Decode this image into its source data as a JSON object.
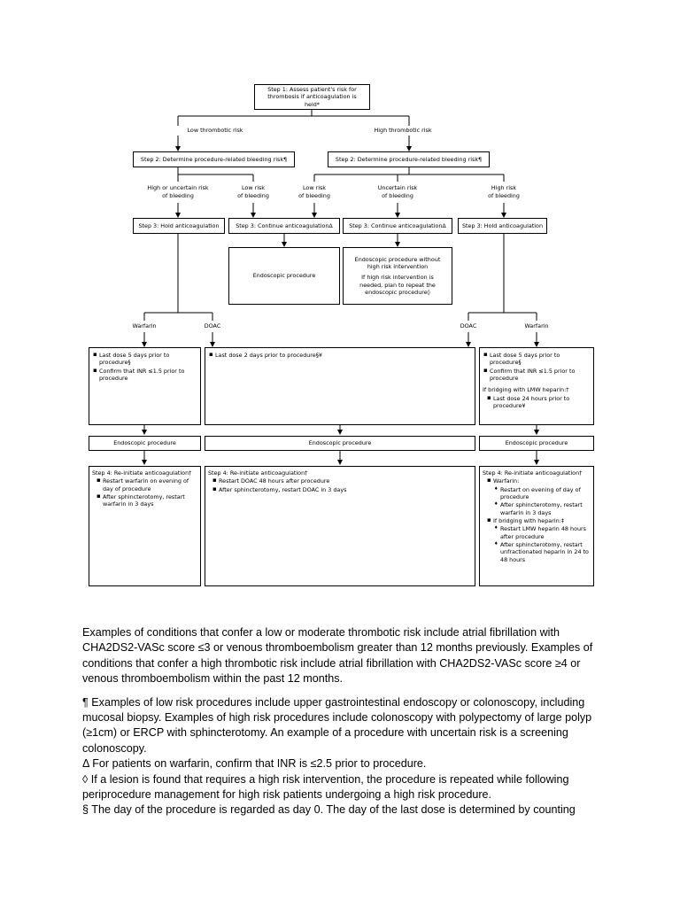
{
  "flowchart": {
    "step1": "Step 1: Assess patient's risk for thrombosis if anticoagulation is held*",
    "low_thrombotic": "Low thrombotic risk",
    "high_thrombotic": "High thrombotic risk",
    "step2_left": "Step 2: Determine procedure-related bleeding risk¶",
    "step2_right": "Step 2: Determine procedure-related bleeding risk¶",
    "bleed_high_uncertain": "High or uncertain risk\nof bleeding",
    "bleed_low_a": "Low risk\nof bleeding",
    "bleed_low_b": "Low risk\nof bleeding",
    "bleed_uncertain": "Uncertain risk\nof bleeding",
    "bleed_high": "High risk\nof bleeding",
    "step3_hold_left": "Step 3: Hold anticoagulation",
    "step3_continue_a": "Step 3: Continue anticoagulationΔ",
    "step3_continue_b": "Step 3: Continue anticoagulationΔ",
    "step3_hold_right": "Step 3: Hold anticoagulation",
    "endo_simple": "Endoscopic procedure",
    "endo_nohigh_1": "Endoscopic procedure without\nhigh risk intervention",
    "endo_nohigh_2": "If high risk intervention is\nneeded, plan to repeat the\nendoscopic procedure◊",
    "warfarin_left": "Warfarin",
    "doac_left": "DOAC",
    "doac_right": "DOAC",
    "warfarin_right": "Warfarin",
    "pre_left": [
      "Last dose 5 days prior to procedure§",
      "Confirm that INR ≤1.5 prior to procedure"
    ],
    "pre_mid": "Last dose 2 days prior to procedure§¥",
    "pre_right_items": [
      "Last dose 5 days prior to procedure§",
      "Confirm that INR ≤1.5 prior to procedure"
    ],
    "pre_right_bridge": "If bridging with LMW heparin:†",
    "pre_right_bridge_item": "Last dose 24 hours prior to procedure¥",
    "endo_left": "Endoscopic procedure",
    "endo_mid": "Endoscopic procedure",
    "endo_right": "Endoscopic procedure",
    "step4_left_title": "Step 4: Re-initiate anticoagulation†",
    "step4_left_items": [
      "Restart warfarin on evening of day of procedure",
      "After sphincterotomy, restart warfarin in 3 days"
    ],
    "step4_mid_title": "Step 4: Re-initiate anticoagulation†",
    "step4_mid_items": [
      "Restart DOAC 48 hours after procedure",
      "After sphincterotomy, restart DOAC in 3 days"
    ],
    "step4_right_title": "Step 4: Re-initiate anticoagulation†",
    "step4_right_warfarin": "Warfarin:",
    "step4_right_warfarin_items": [
      "Restart on evening of day of procedure",
      "After sphincterotomy, restart warfarin in 3 days"
    ],
    "step4_right_bridge": "If bridging with heparin:‡",
    "step4_right_bridge_items": [
      "Restart LMW heparin 48 hours after procedure",
      "After sphincterotomy, restart unfractionated heparin in 24 to 48 hours"
    ]
  },
  "notes": [
    " Examples of conditions that confer a low or moderate thrombotic risk include atrial fibrillation with CHA2DS2-VASc score ≤3 or venous thromboembolism greater than 12 months previously. Examples of conditions that confer a high thrombotic risk include atrial fibrillation with CHA2DS2-VASc score ≥4 or venous thromboembolism within the past 12 months.",
    "¶ Examples of low risk procedures include upper gastrointestinal endoscopy or colonoscopy, including mucosal biopsy. Examples of high risk procedures include colonoscopy with polypectomy of large polyp (≥1cm) or ERCP with sphincterotomy. An example of a procedure with uncertain risk is a screening colonoscopy.",
    "Δ For patients on warfarin, confirm that INR is ≤2.5 prior to procedure.",
    "◊ If a lesion is found that requires a high risk intervention, the procedure is repeated while following periprocedure management for high risk patients undergoing a high risk procedure.",
    "§ The day of the procedure is regarded as day 0. The day of the last dose is determined by counting"
  ]
}
